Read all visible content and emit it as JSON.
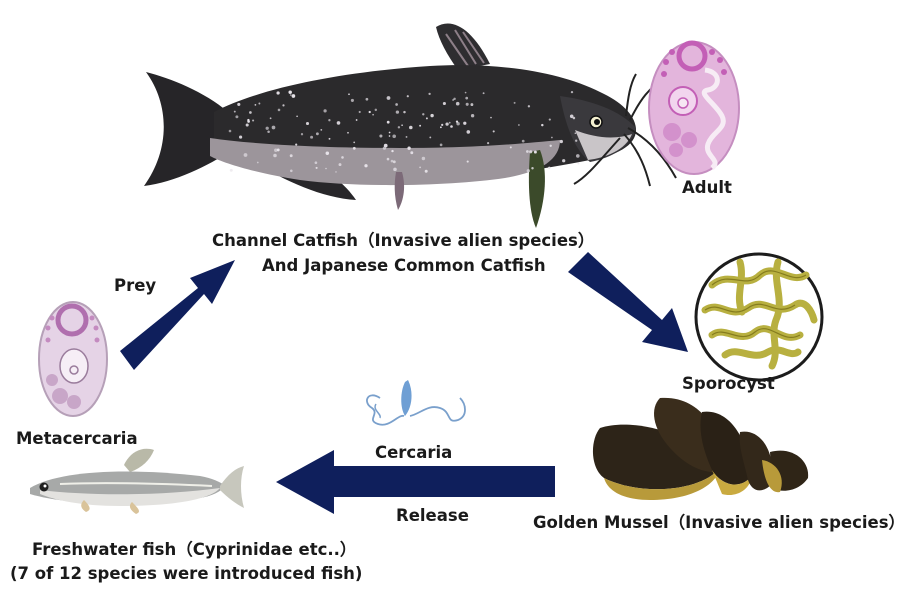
{
  "labels": {
    "adult": "Adult",
    "host_line1": "Channel Catfish（Invasive alien species）",
    "host_line2": "And Japanese Common Catfish",
    "prey": "Prey",
    "sporocyst": "Sporocyst",
    "metacercaria": "Metacercaria",
    "cercaria": "Cercaria",
    "release": "Release",
    "mussel": "Golden Mussel（Invasive alien species）",
    "fish_line1": "Freshwater fish（Cyprinidae etc..）",
    "fish_line2": "(7 of 12 species were introduced fish)"
  },
  "colors": {
    "arrow": "#0f1f5c",
    "catfish_dark": "#2b2a2c",
    "catfish_belly": "#9c959b",
    "parasite_pink": "#e3b5dc",
    "sporocyst_green": "#b8b040",
    "mussel_dark": "#2d2418",
    "mussel_rim": "#b89a3a",
    "cercaria_blue": "#6f9fd4"
  },
  "icons": [
    "channel-catfish",
    "adult-fluke",
    "sporocyst",
    "golden-mussel",
    "cercaria",
    "metacercaria",
    "cyprinid-fish"
  ]
}
